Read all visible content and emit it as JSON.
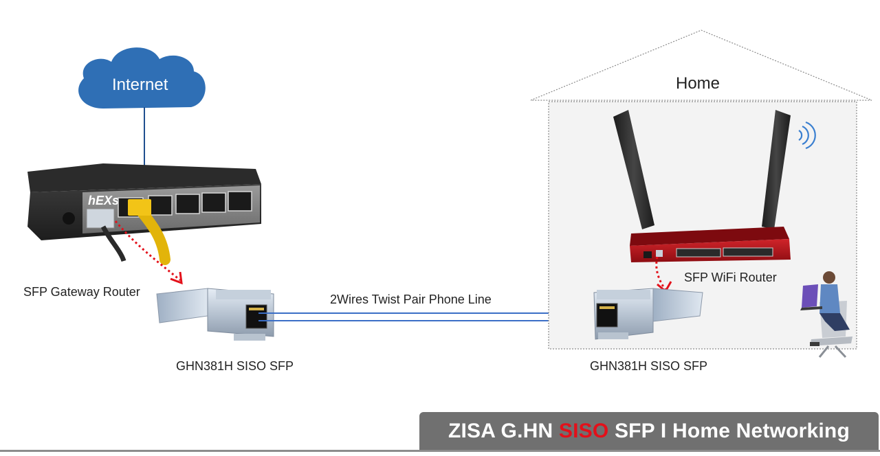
{
  "cloud": {
    "label": "Internet"
  },
  "home": {
    "label": "Home"
  },
  "gateway": {
    "label": "SFP Gateway Router",
    "brand": "hEXs"
  },
  "wifi_router": {
    "label": "SFP WiFi Router"
  },
  "sfp_left": {
    "label": "GHN381H SISO SFP"
  },
  "sfp_right": {
    "label": "GHN381H SISO SFP"
  },
  "line": {
    "label": "2Wires Twist Pair Phone Line"
  },
  "banner": {
    "part1": "ZISA G.HN ",
    "accent": "SISO",
    "part2": " SFP I Home Networking"
  },
  "colors": {
    "cloud": "#2f6fb5",
    "wire": "#3a6ec6",
    "accent": "#e3101a",
    "banner_bg": "#707070",
    "router_red": "#b3121a"
  },
  "icons": [
    "cloud-icon",
    "house-icon",
    "gateway-router-icon",
    "wifi-router-icon",
    "sfp-module-icon",
    "wifi-signal-icon",
    "user-at-laptop-icon"
  ]
}
